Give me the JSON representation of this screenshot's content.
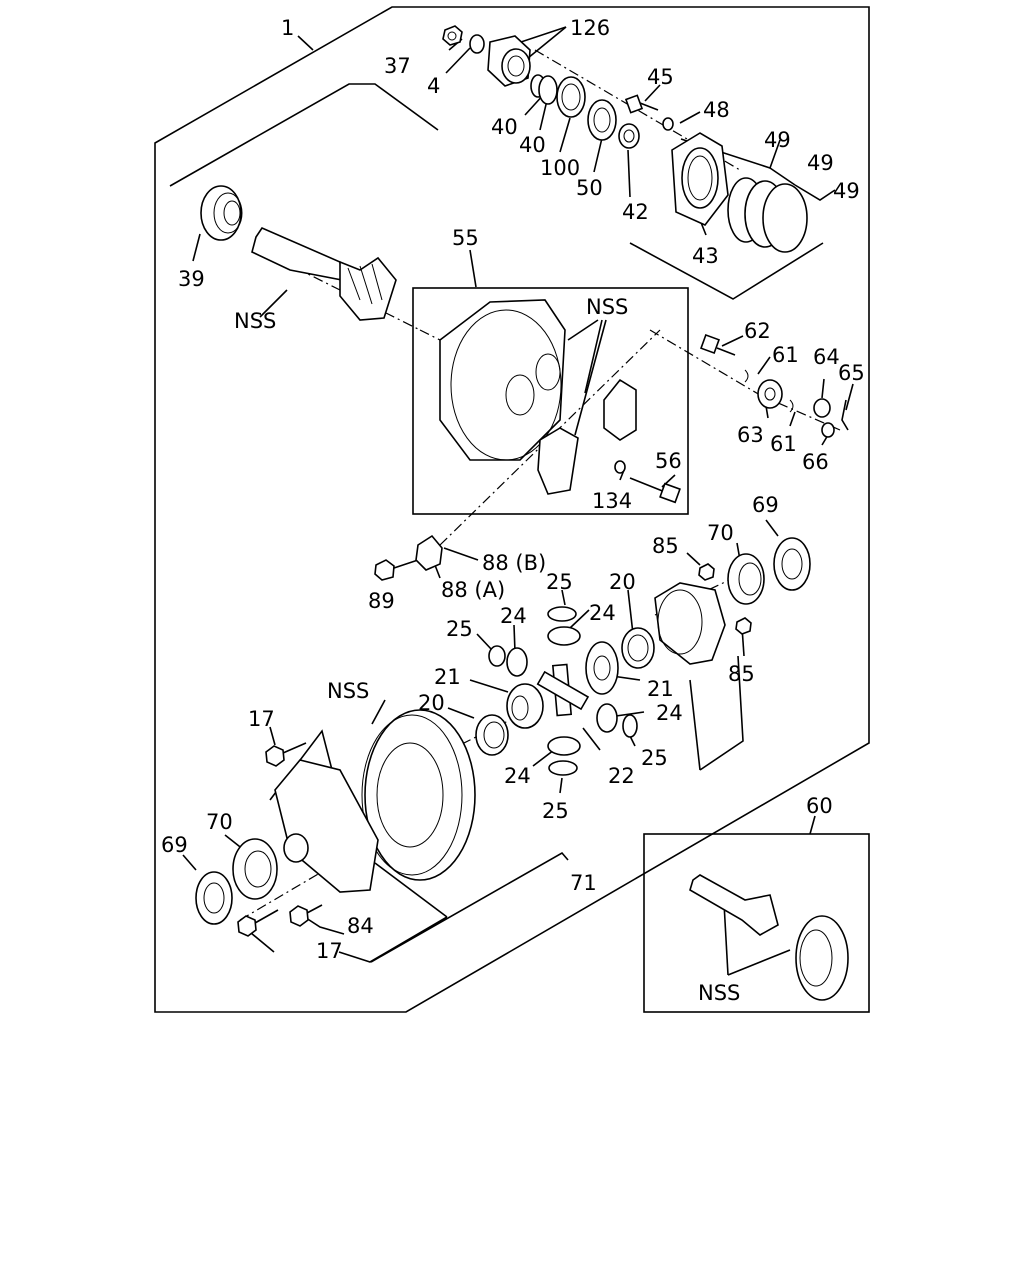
{
  "labels": {
    "l_1": "1",
    "l_126": "126",
    "l_37": "37",
    "l_4": "4",
    "l_45": "45",
    "l_48": "48",
    "l_40a": "40",
    "l_40b": "40",
    "l_100": "100",
    "l_50": "50",
    "l_42": "42",
    "l_49a": "49",
    "l_49b": "49",
    "l_49c": "49",
    "l_43": "43",
    "l_39": "39",
    "l_nss_pinion": "NSS",
    "l_55": "55",
    "l_nss_carrier": "NSS",
    "l_62": "62",
    "l_61a": "61",
    "l_64": "64",
    "l_65": "65",
    "l_63": "63",
    "l_61b": "61",
    "l_66": "66",
    "l_56": "56",
    "l_134": "134",
    "l_88b": "88 (B)",
    "l_88a": "88 (A)",
    "l_89": "89",
    "l_85a": "85",
    "l_70a": "70",
    "l_69a": "69",
    "l_25a": "25",
    "l_20a": "20",
    "l_24a": "24",
    "l_25b": "25",
    "l_24b": "24",
    "l_21a": "21",
    "l_21b": "21",
    "l_85b": "85",
    "l_nss_ring": "NSS",
    "l_20b": "20",
    "l_17a": "17",
    "l_24c": "24",
    "l_22": "22",
    "l_25c": "25",
    "l_24d": "24",
    "l_25d": "25",
    "l_70b": "70",
    "l_69b": "69",
    "l_71": "71",
    "l_84": "84",
    "l_17b": "17",
    "l_60": "60",
    "l_nss_set": "NSS"
  }
}
